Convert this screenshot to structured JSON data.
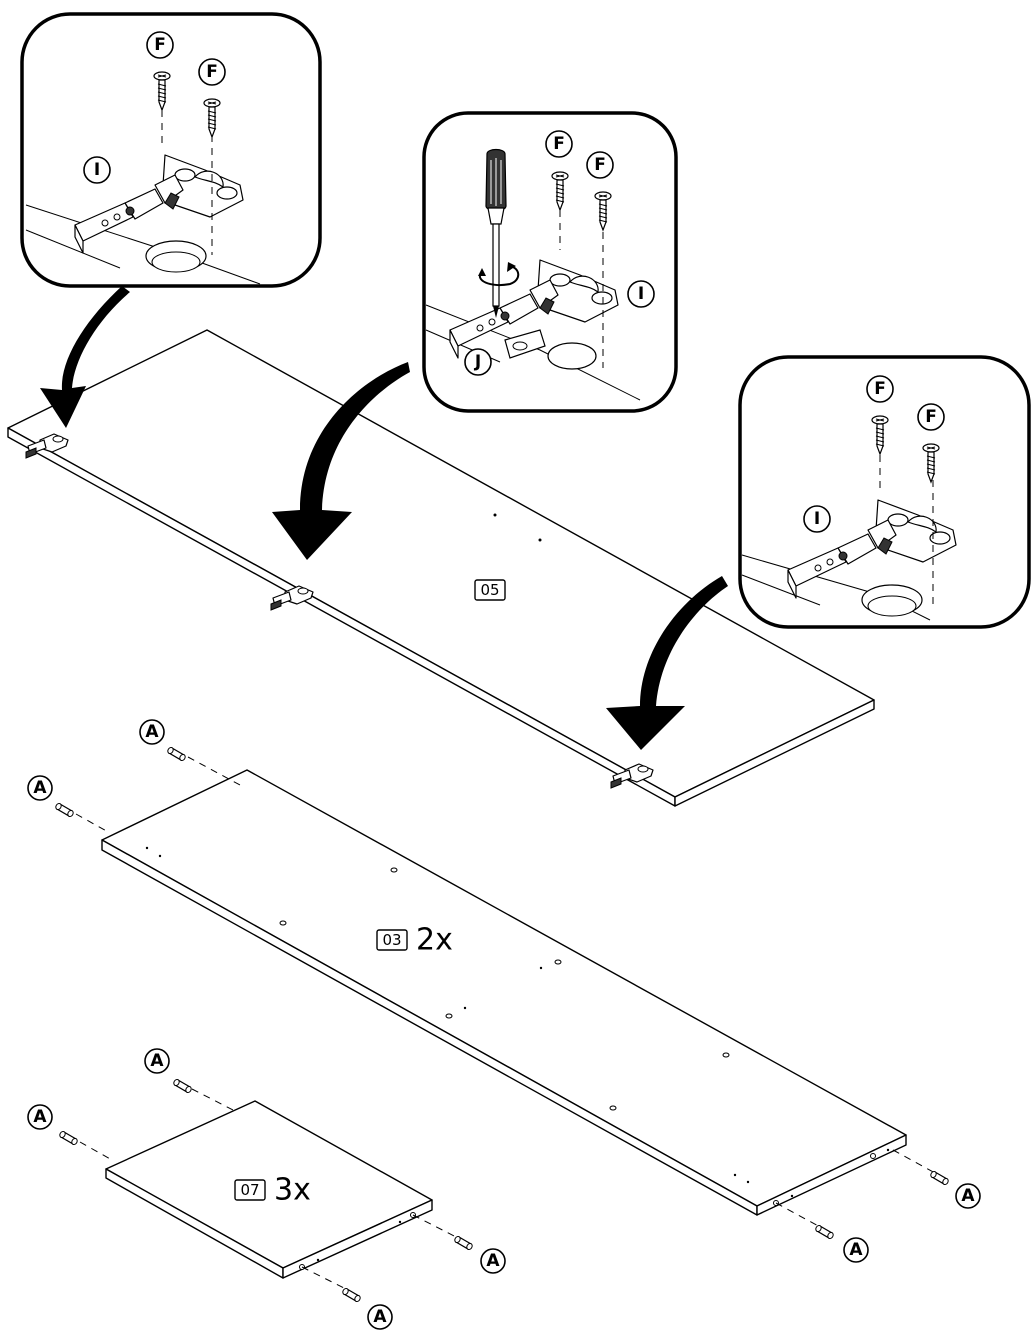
{
  "panels": [
    {
      "code": "05",
      "quantity": ""
    },
    {
      "code": "03",
      "quantity": "2x"
    },
    {
      "code": "07",
      "quantity": "3x"
    }
  ],
  "parts": {
    "dowel": "A",
    "screw": "F",
    "hinge": "I",
    "adjust_screw": "J"
  },
  "callouts": [
    {
      "name": "hinge-detail-left",
      "labels": [
        "F",
        "F",
        "I"
      ]
    },
    {
      "name": "hinge-detail-center",
      "labels": [
        "F",
        "F",
        "I",
        "J"
      ]
    },
    {
      "name": "hinge-detail-right",
      "labels": [
        "F",
        "F",
        "I"
      ]
    }
  ],
  "icons": [
    "screwdriver-icon",
    "rotation-arrow-icon",
    "hinge-icon",
    "screw-icon",
    "dowel-icon",
    "down-arrow-icon"
  ]
}
